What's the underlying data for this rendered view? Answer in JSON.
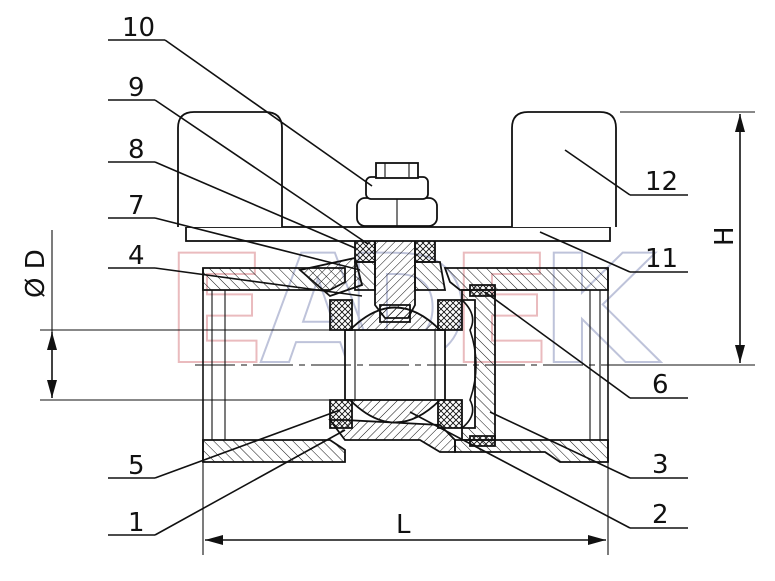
{
  "watermark": {
    "text": "EADEK",
    "colors": [
      "#e8b4b8",
      "#b8bdd6",
      "#b8bdd6",
      "#e8b4b8",
      "#b8bdd6"
    ]
  },
  "callouts": [
    "1",
    "2",
    "3",
    "4",
    "5",
    "6",
    "7",
    "8",
    "9",
    "10",
    "11",
    "12"
  ],
  "dimensions": {
    "length": "L",
    "height": "H",
    "diameter": "Ø D"
  },
  "colors": {
    "line": "#111111",
    "hatch": "#111111",
    "background": "#ffffff"
  }
}
